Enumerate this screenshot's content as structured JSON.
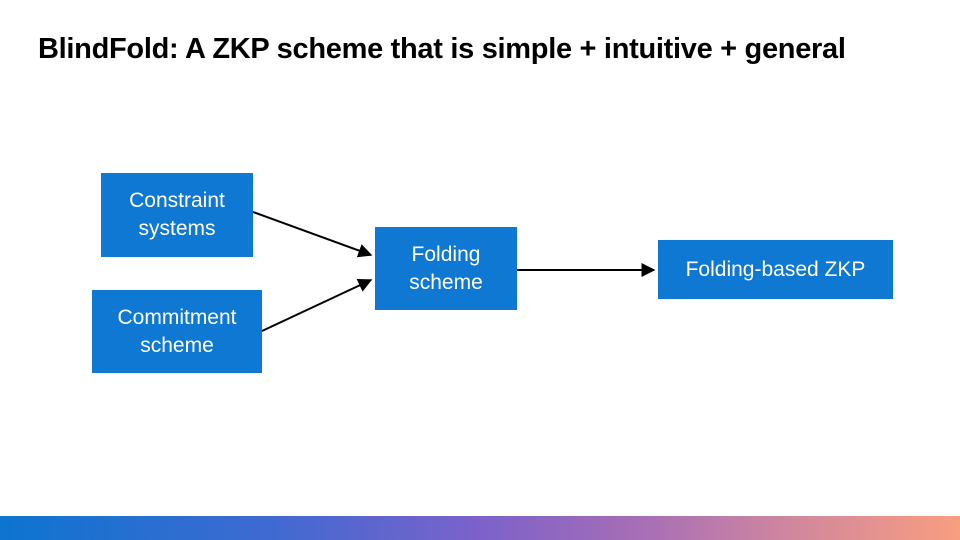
{
  "slide": {
    "title": "BlindFold: A ZKP scheme that is simple + intuitive + general"
  },
  "diagram": {
    "nodes": {
      "constraint": {
        "label": "Constraint systems",
        "line1": "Constraint",
        "line2": "systems"
      },
      "commitment": {
        "label": "Commitment scheme",
        "line1": "Commitment",
        "line2": "scheme"
      },
      "folding": {
        "label": "Folding scheme",
        "line1": "Folding",
        "line2": "scheme"
      },
      "zkp": {
        "label": "Folding-based ZKP",
        "line1": "Folding-based ZKP"
      }
    },
    "edges": [
      {
        "from": "constraint-systems",
        "to": "folding-scheme"
      },
      {
        "from": "commitment-scheme",
        "to": "folding-scheme"
      },
      {
        "from": "folding-scheme",
        "to": "folding-based-zkp"
      }
    ],
    "colors": {
      "node_fill": "#0F78D2",
      "node_text": "#FFFFFF",
      "arrow": "#000000",
      "title_text": "#000000"
    }
  },
  "footer": {
    "gradient_colors": [
      "#0D74D0",
      "#3F6AD1",
      "#7C62CA",
      "#A56DB6",
      "#D2889C",
      "#F99E80"
    ]
  }
}
